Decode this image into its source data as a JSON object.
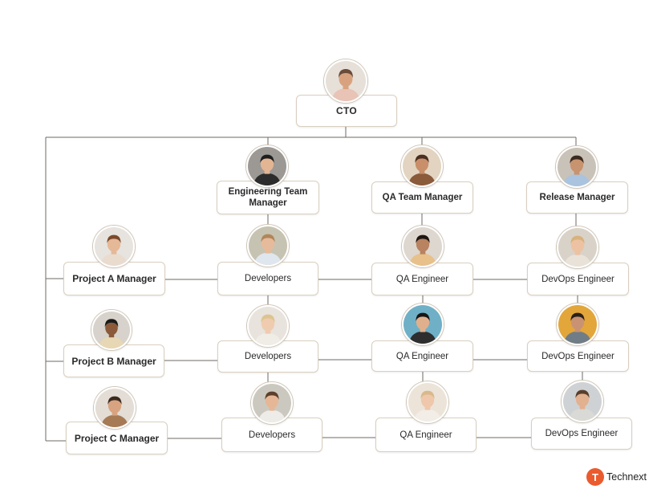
{
  "nodes": [
    {
      "id": "cto",
      "label": "CTO",
      "variant": "cto",
      "skin": "#d9a27e",
      "hair": "#6b4b3a",
      "shirt": "#e8c3b6",
      "bg": "#e6e0d8"
    },
    {
      "id": "eng_mgr",
      "label": "Engineering Team\nManager",
      "variant": "bold",
      "skin": "#e3b593",
      "hair": "#1e1e1e",
      "shirt": "#2c2c2c",
      "bg": "#9c9995"
    },
    {
      "id": "qa_mgr",
      "label": "QA Team Manager",
      "variant": "bold",
      "skin": "#c88f6a",
      "hair": "#4a2e1f",
      "shirt": "#8a5a3b",
      "bg": "#e2d4c1"
    },
    {
      "id": "rel_mgr",
      "label": "Release Manager",
      "variant": "bold",
      "skin": "#c8936f",
      "hair": "#3a2a20",
      "shirt": "#aac3de",
      "bg": "#c9c2b8"
    },
    {
      "id": "pa",
      "label": "Project A Manager",
      "variant": "pm",
      "skin": "#e5b898",
      "hair": "#7a4b2b",
      "shirt": "#e9dccf",
      "bg": "#e7e3de"
    },
    {
      "id": "pb",
      "label": "Project B Manager",
      "variant": "pm",
      "skin": "#8a5a3b",
      "hair": "#1a1a1a",
      "shirt": "#e7d7b4",
      "bg": "#d7d2cb"
    },
    {
      "id": "pc",
      "label": "Project C Manager",
      "variant": "pm",
      "skin": "#d8a381",
      "hair": "#3b2a1e",
      "shirt": "#a67a55",
      "bg": "#e3ddd5"
    },
    {
      "id": "dev1",
      "label": "Developers",
      "variant": "normal",
      "skin": "#e6bb9b",
      "hair": "#b0865a",
      "shirt": "#dfe6ee",
      "bg": "#c7c3b2"
    },
    {
      "id": "dev2",
      "label": "Developers",
      "variant": "normal",
      "skin": "#efcbb0",
      "hair": "#dcc48e",
      "shirt": "#f0ece6",
      "bg": "#e8e3dc"
    },
    {
      "id": "dev3",
      "label": "Developers",
      "variant": "normal",
      "skin": "#e6b797",
      "hair": "#5e3f2b",
      "shirt": "#eeece9",
      "bg": "#cbc9bf"
    },
    {
      "id": "qa1",
      "label": "QA Engineer",
      "variant": "normal",
      "skin": "#b98260",
      "hair": "#1d1712",
      "shirt": "#e8c08a",
      "bg": "#ddd7cf"
    },
    {
      "id": "qa2",
      "label": "QA Engineer",
      "variant": "normal",
      "skin": "#e0b08d",
      "hair": "#161616",
      "shirt": "#2e2e2e",
      "bg": "#6fb0c7"
    },
    {
      "id": "qa3",
      "label": "QA Engineer",
      "variant": "normal",
      "skin": "#efc7aa",
      "hair": "#d9b98c",
      "shirt": "#f2ede7",
      "bg": "#ece4d9"
    },
    {
      "id": "do1",
      "label": "DevOps Engineer",
      "variant": "normal",
      "skin": "#ecc2a2",
      "hair": "#d7b27e",
      "shirt": "#e9e2d8",
      "bg": "#d9d2c8"
    },
    {
      "id": "do2",
      "label": "DevOps Engineer",
      "variant": "normal",
      "skin": "#c99272",
      "hair": "#2c2019",
      "shirt": "#707d86",
      "bg": "#e3a63b"
    },
    {
      "id": "do3",
      "label": "DevOps Engineer",
      "variant": "normal",
      "skin": "#e2b190",
      "hair": "#5a3e2c",
      "shirt": "#d9d9d6",
      "bg": "#cfd2d4"
    }
  ],
  "colors": {
    "line": "#6f6a63",
    "border": "#d9cfbf",
    "accent": "#ea5b2e"
  },
  "brand": {
    "mark": "T",
    "name": "Technext"
  }
}
